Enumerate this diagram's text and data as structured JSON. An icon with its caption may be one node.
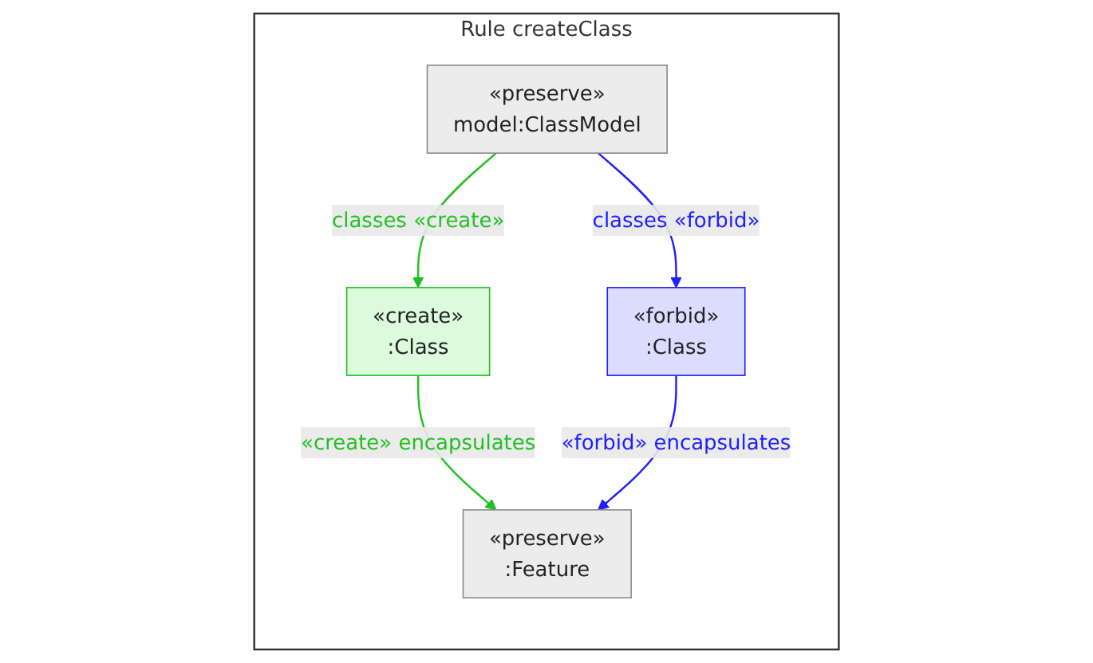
{
  "diagram": {
    "nodes": [
      {
        "text": [
          "Rule createClass"
        ]
      },
      {
        "text": [
          "«preserve»",
          "model:ClassModel"
        ],
        "in": 0
      },
      {
        "text": [
          "«create»",
          ":Class"
        ],
        "in": 0
      },
      {
        "text": [
          "«forbid»",
          ":Class"
        ],
        "in": 0
      },
      {
        "text": [
          "«preserve»",
          ":Feature"
        ],
        "in": 0
      }
    ],
    "edges": [
      {
        "from": 1,
        "to": 2,
        "arrow": "to",
        "label": "classes «create»",
        "color": "#22c022"
      },
      {
        "from": 1,
        "to": 3,
        "arrow": "to",
        "label": "classes «forbid»",
        "color": "#2020ff"
      },
      {
        "from": 2,
        "to": 4,
        "arrow": "to",
        "label": "«create» encapsulates",
        "color": "#22c022"
      },
      {
        "from": 3,
        "to": 4,
        "arrow": "to",
        "label": "«forbid» encapsulates",
        "color": "#2020ff"
      }
    ]
  }
}
